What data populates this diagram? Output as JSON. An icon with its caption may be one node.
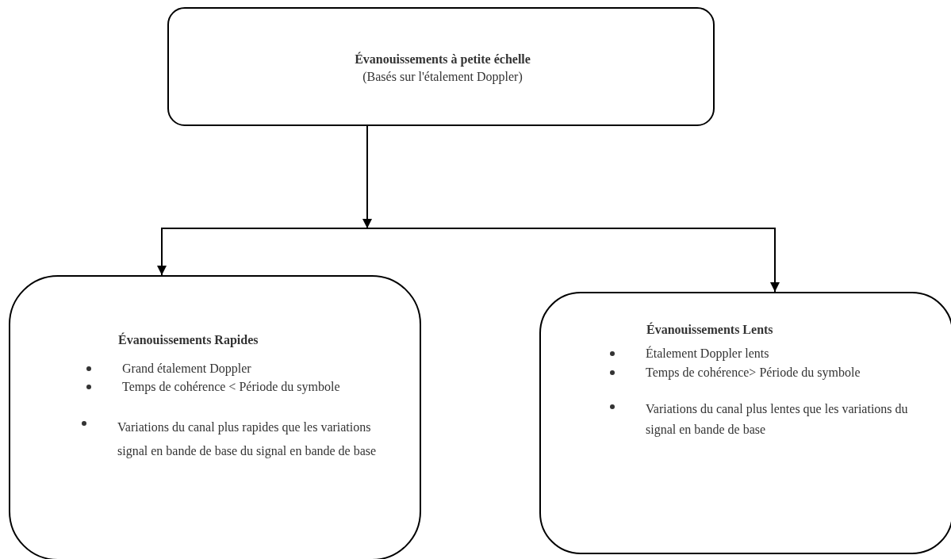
{
  "diagram": {
    "nodes": [
      {
        "text": [
          "Évanouissements à petite échelle",
          "(Basés sur l'étalement Doppler)"
        ]
      },
      {
        "text": [
          "Évanouissements Rapides",
          "Grand étalement Doppler",
          "Temps de cohérence < Période du symbole",
          "Variations du canal plus rapides que les variations signal en bande de base du signal en bande de base"
        ]
      },
      {
        "text": [
          "Évanouissements Lents",
          "Étalement Doppler lents",
          "Temps de cohérence> Période du symbole",
          "Variations du canal plus lentes que les variations du signal en bande de base"
        ]
      }
    ],
    "edges": [
      {
        "from": 0,
        "to": 1,
        "arrow": "to"
      },
      {
        "from": 0,
        "to": 2,
        "arrow": "to"
      }
    ]
  }
}
